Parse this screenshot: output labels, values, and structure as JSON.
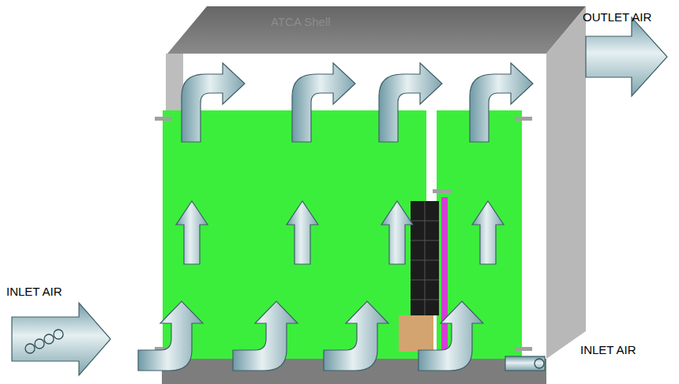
{
  "diagram": {
    "labels": [
      "ATCA Shell",
      "OUTLET AIR",
      "INLET AIR",
      "INLET AIR"
    ]
  }
}
